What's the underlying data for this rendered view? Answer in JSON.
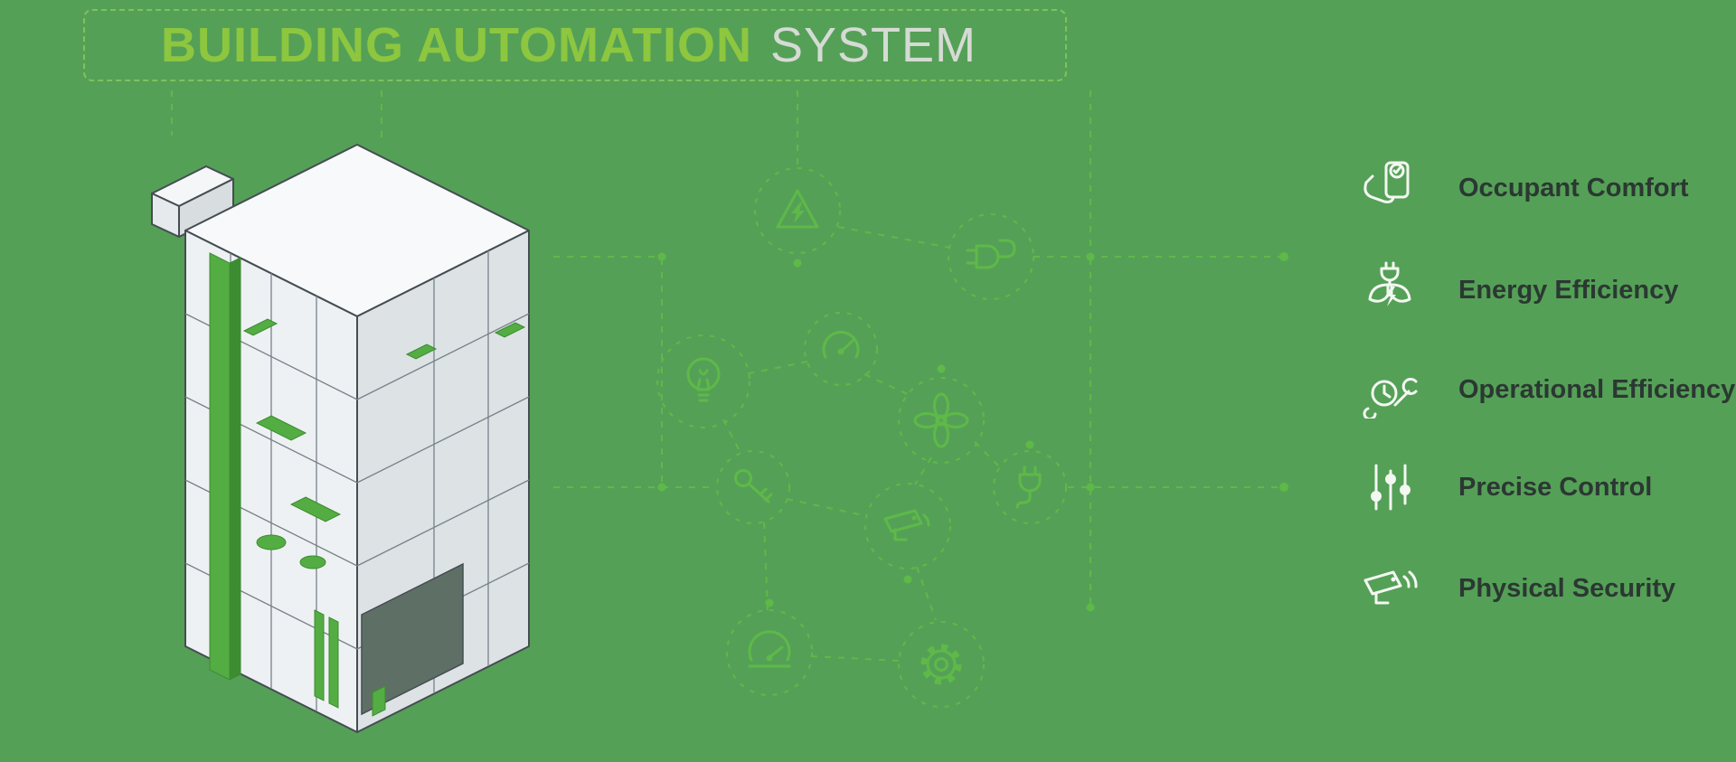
{
  "title": {
    "primary": "BUILDING AUTOMATION",
    "secondary": "SYSTEM"
  },
  "palette": {
    "background_green": "#55a057",
    "accent_green": "#5eb948",
    "title_green": "#8dc63f",
    "title_gray": "#d5dbd4",
    "text_dark": "#2b3832",
    "icon_white": "#f3f7f2"
  },
  "building": {
    "name": "isometric-building-cutaway"
  },
  "cluster": {
    "icons": [
      {
        "name": "electrical-hazard-icon"
      },
      {
        "name": "power-plug-icon"
      },
      {
        "name": "gauge-icon"
      },
      {
        "name": "lightbulb-icon"
      },
      {
        "name": "fan-icon"
      },
      {
        "name": "key-icon"
      },
      {
        "name": "cctv-camera-icon"
      },
      {
        "name": "plug-cord-icon"
      },
      {
        "name": "speedometer-icon"
      },
      {
        "name": "gear-icon"
      }
    ]
  },
  "benefits": {
    "items": [
      {
        "icon": "hand-phone-icon",
        "label": "Occupant Comfort"
      },
      {
        "icon": "eco-plug-icon",
        "label": "Energy Efficiency"
      },
      {
        "icon": "clock-wrench-icon",
        "label": "Operational Efficiency"
      },
      {
        "icon": "sliders-icon",
        "label": "Precise Control"
      },
      {
        "icon": "cctv-icon",
        "label": "Physical Security"
      }
    ]
  }
}
